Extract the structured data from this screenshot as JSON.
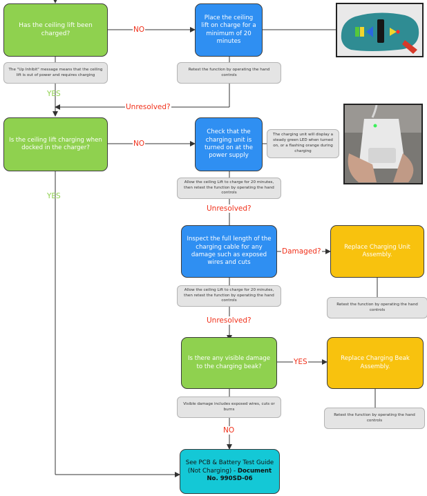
{
  "nodes": {
    "q_charged": "Has the ceiling lift been charged?",
    "a_place_on_charge": "Place the ceiling lift on charge for a minimum of 20 minutes",
    "q_charging_docked": "Is the ceiling lift charging when docked in the charger?",
    "a_check_unit": "Check that the charging unit is turned on at the power supply",
    "a_inspect_cable": "Inspect the full length of the charging cable for any damage such as exposed wires and cuts",
    "a_replace_unit": "Replace Charging Unit Assembly.",
    "q_beak_damage": "Is there any visible damage to the charging beak?",
    "a_replace_beak": "Replace Charging Beak Assembly.",
    "end_guide_prefix": "See PCB & Battery Test Guide (Not Charging) - ",
    "end_guide_doc": "Document No. 990SD-06"
  },
  "notes": {
    "up_inhibit": "The \"Up Inhibit\" message means that the ceiling lift is out of power and requires charging",
    "retest": "Retest the function by operating the hand controls",
    "led_info": "The charging unit will display a steady green LED when turned on, or a flashing orange during charging",
    "allow_charge_1": "Allow the ceiling Lift to charge for 20 minutes, then retest the function by operating the hand controls",
    "allow_charge_2": "Allow the ceiling Lift to charge for 20 minutes, then retest the function by operating the hand controls",
    "retest_unit": "Retest the function by operating the hand controls",
    "visible_damage": "Visible damage includes exposed wires, cuts or burns",
    "retest_beak": "Retest the function by operating the hand controls"
  },
  "labels": {
    "no_1": "NO",
    "yes_1": "YES",
    "unresolved_1": "Unresolved?",
    "no_2": "NO",
    "yes_2": "YES",
    "unresolved_2": "Unresolved?",
    "damaged": "Damaged?",
    "unresolved_3": "Unresolved?",
    "yes_3": "YES",
    "no_3": "NO"
  },
  "colors": {
    "decision": "#8fd14f",
    "action": "#2f8ff2",
    "replace": "#f8c20e",
    "terminal": "#14c8d6",
    "note": "#e4e4e4",
    "no_label": "#f0301a",
    "yes_label": "#8fd14f"
  }
}
